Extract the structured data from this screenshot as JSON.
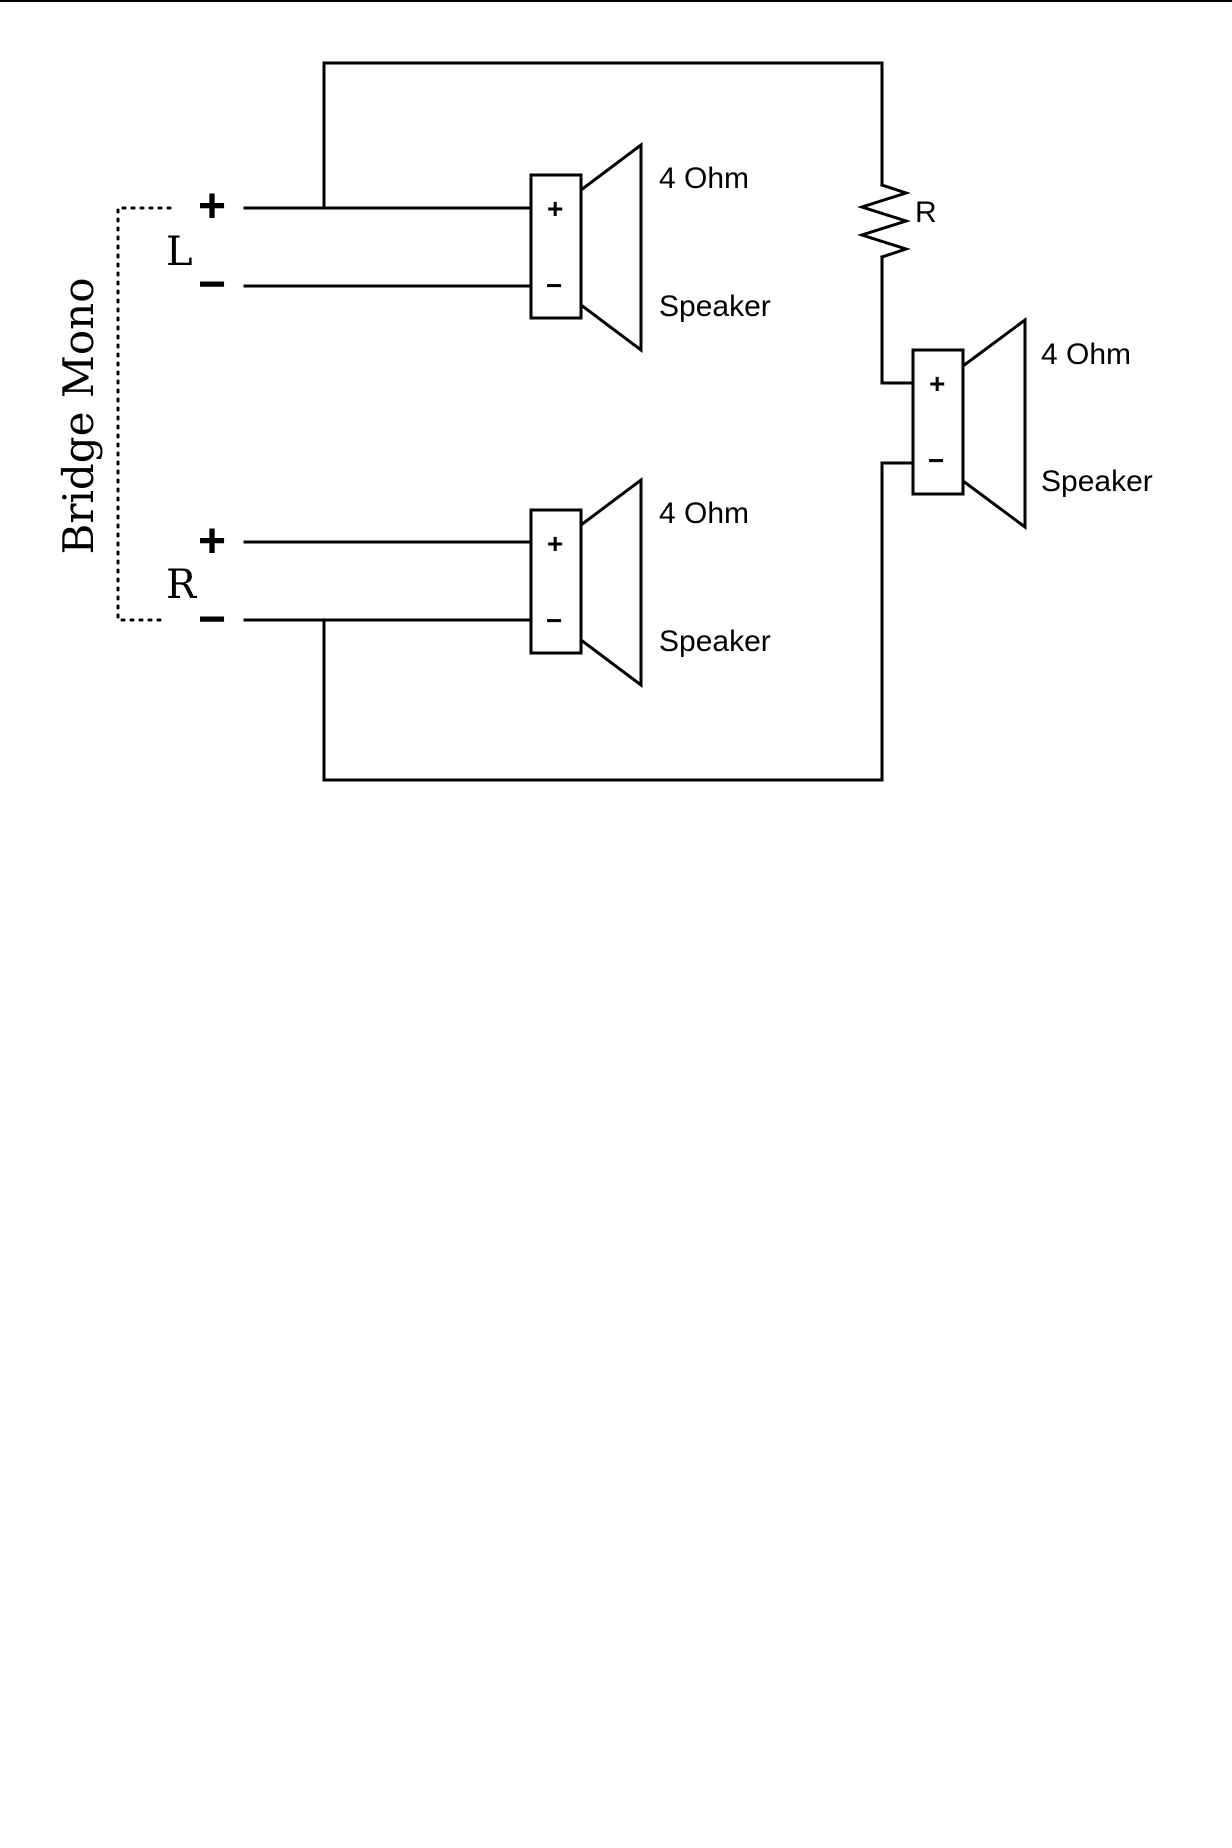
{
  "title": "Bridge Mono",
  "channels": {
    "left": {
      "label": "L",
      "plus": "+",
      "minus": "−"
    },
    "right": {
      "label": "R",
      "plus": "+",
      "minus": "−"
    }
  },
  "colors": {
    "plus": "#e0302a",
    "minus": "#1a1ad6"
  },
  "resistor": {
    "label": "R"
  },
  "speakers": [
    {
      "impedance": "4 Ohm",
      "label": "Speaker",
      "plus": "+",
      "minus": "−"
    },
    {
      "impedance": "4 Ohm",
      "label": "Speaker",
      "plus": "+",
      "minus": "−"
    },
    {
      "impedance": "4 Ohm",
      "label": "Speaker",
      "plus": "+",
      "minus": "−"
    }
  ]
}
